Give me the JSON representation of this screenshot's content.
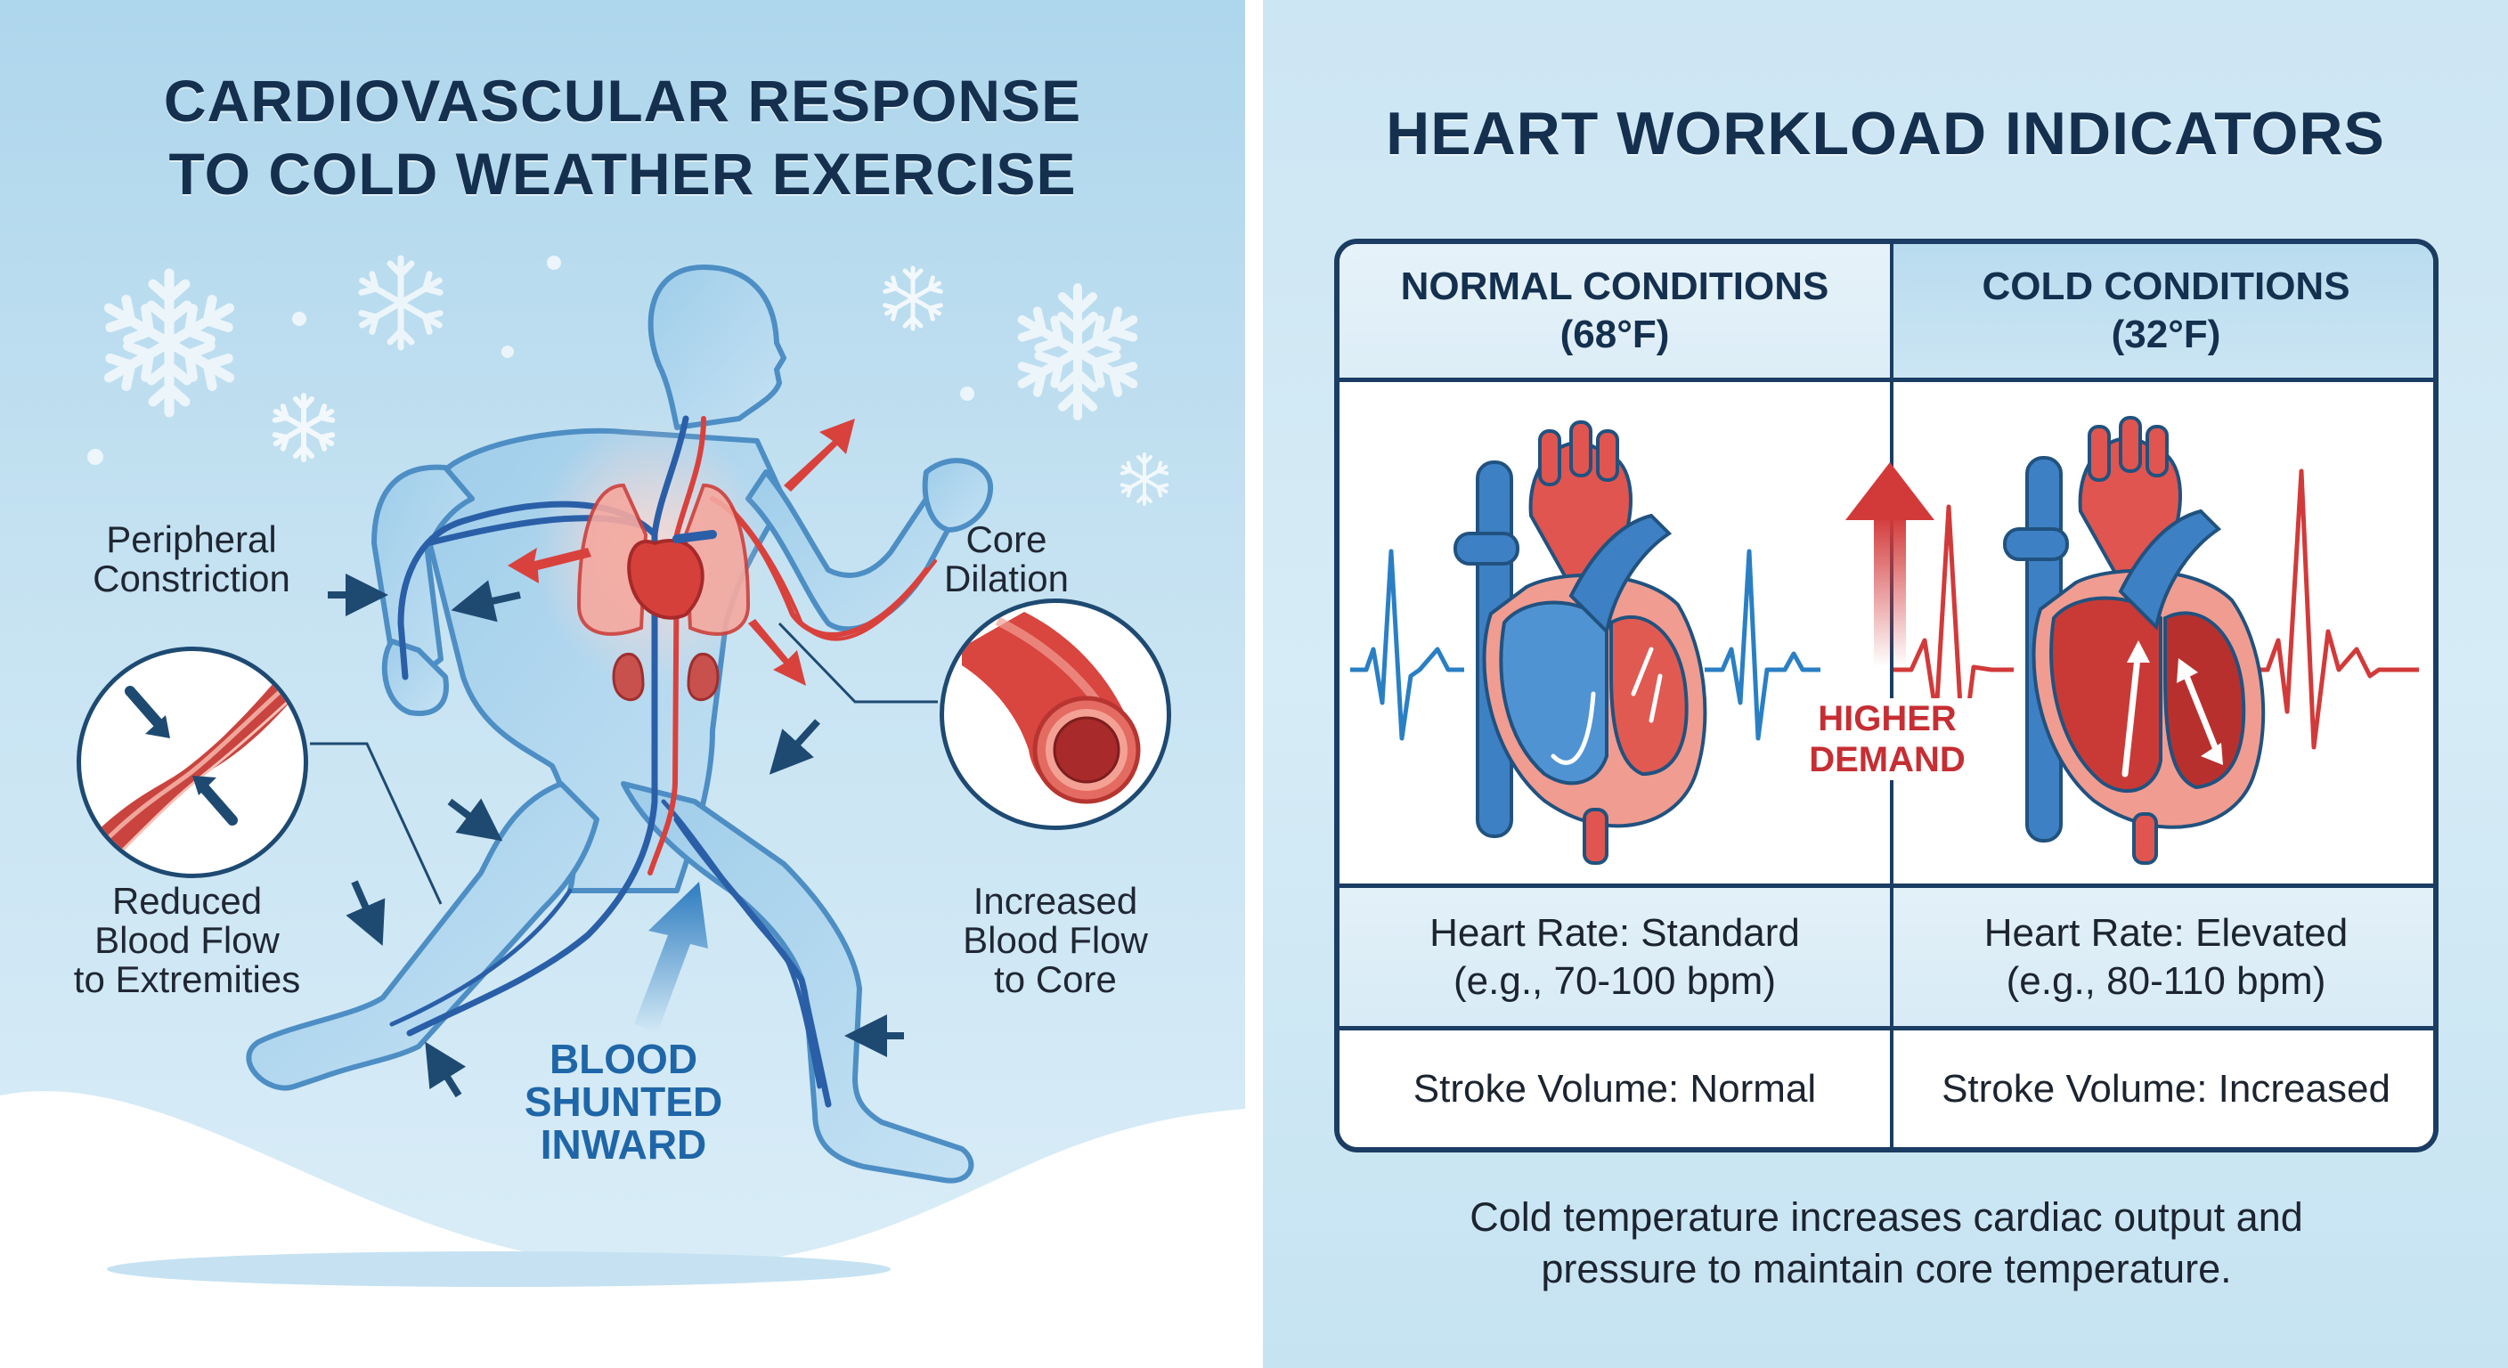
{
  "left_panel": {
    "title_line1": "CARDIOVASCULAR RESPONSE",
    "title_line2": "TO COLD WEATHER EXERCISE",
    "labels": {
      "peripheral_line1": "Peripheral",
      "peripheral_line2": "Constriction",
      "core_line1": "Core",
      "core_line2": "Dilation",
      "reduced_line1": "Reduced",
      "reduced_line2": "Blood Flow",
      "reduced_line3": "to Extremities",
      "increased_line1": "Increased",
      "increased_line2": "Blood Flow",
      "increased_line3": "to Core",
      "shunt_line1": "BLOOD",
      "shunt_line2": "SHUNTED",
      "shunt_line3": "INWARD"
    },
    "icons": [
      "snowflake-icon",
      "runner-figure",
      "constricted-vessel-icon",
      "dilated-vessel-icon",
      "inward-arrow-icon",
      "outward-arrow-icon"
    ]
  },
  "right_panel": {
    "title": "HEART WORKLOAD INDICATORS",
    "table": {
      "columns": [
        {
          "header_line1": "NORMAL CONDITIONS",
          "header_line2": "(68°F)",
          "heart_rate_line1": "Heart Rate: Standard",
          "heart_rate_line2": "(e.g., 70-100 bpm)",
          "stroke_volume": "Stroke Volume: Normal",
          "ecg_color": "#2a7fc4"
        },
        {
          "header_line1": "COLD CONDITIONS",
          "header_line2": "(32°F)",
          "heart_rate_line1": "Heart Rate: Elevated",
          "heart_rate_line2": "(e.g., 80-110 bpm)",
          "stroke_volume": "Stroke Volume: Increased",
          "ecg_color": "#d23a3a"
        }
      ],
      "demand_line1": "HIGHER",
      "demand_line2": "DEMAND"
    },
    "caption_line1": "Cold temperature increases cardiac output and",
    "caption_line2": "pressure to maintain core temperature."
  },
  "colors": {
    "title_navy": "#14304e",
    "vein_blue": "#2a5fa8",
    "artery_red": "#d9413d",
    "arrow_navy": "#1e4a72",
    "shunt_blue": "#1f66a8",
    "demand_red": "#c62e33",
    "sky_top": "#aed6ec",
    "sky_bottom": "#dbeef8"
  }
}
